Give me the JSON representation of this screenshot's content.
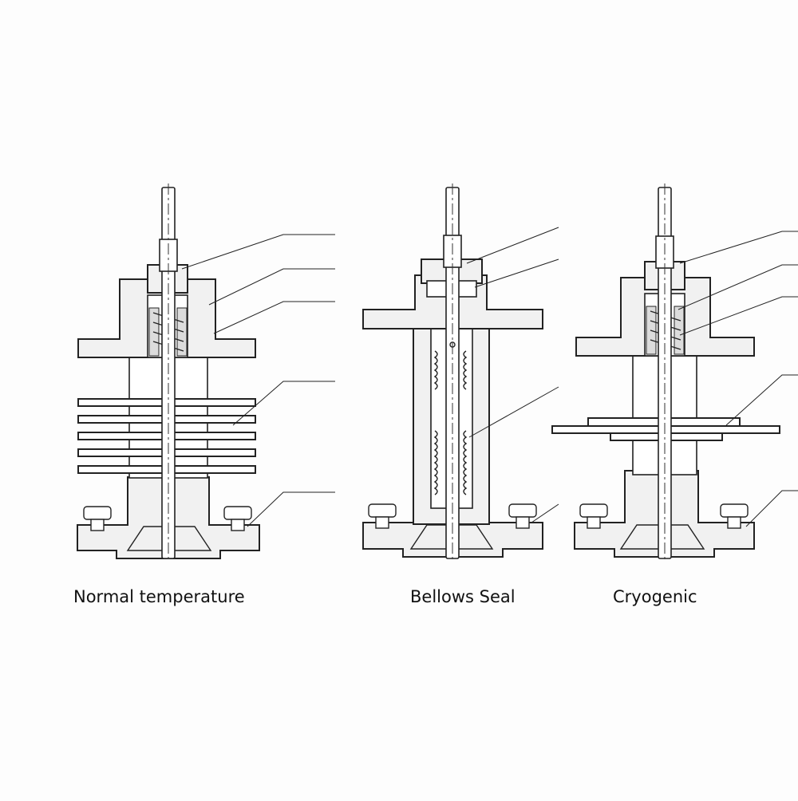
{
  "figure": {
    "variants": [
      {
        "id": "normal",
        "caption": "Normal temperature"
      },
      {
        "id": "bellows",
        "caption": "Bellows Seal"
      },
      {
        "id": "cryogenic",
        "caption": "Cryogenic"
      }
    ]
  }
}
